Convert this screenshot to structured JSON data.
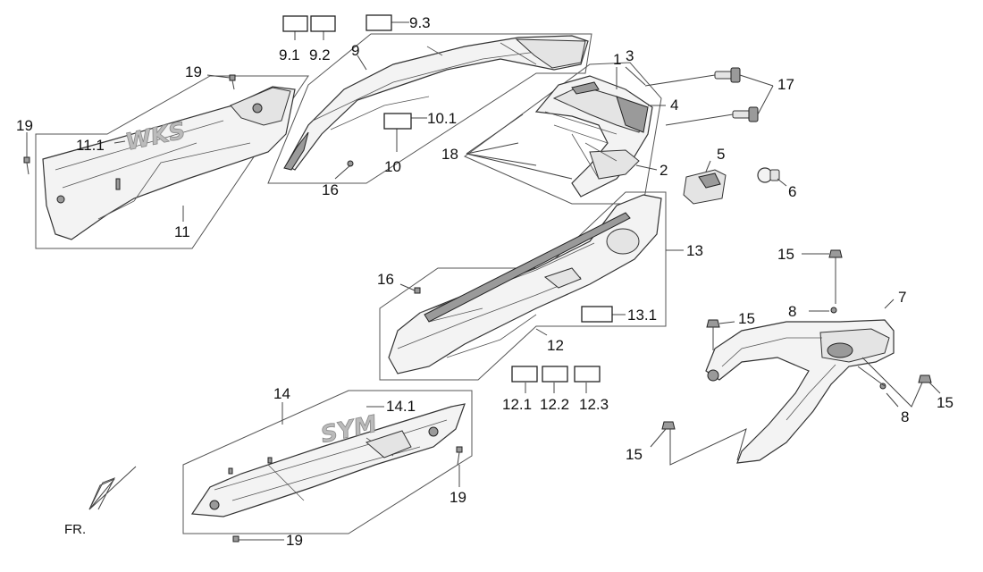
{
  "labels": {
    "l1": "1",
    "l2": "2",
    "l3": "3",
    "l4": "4",
    "l5": "5",
    "l6": "6",
    "l7": "7",
    "l8a": "8",
    "l8b": "8",
    "l9": "9",
    "l9_1": "9.1",
    "l9_2": "9.2",
    "l9_3": "9.3",
    "l10": "10",
    "l10_1": "10.1",
    "l11": "11",
    "l11_1": "11.1",
    "l12": "12",
    "l12_1": "12.1",
    "l12_2": "12.2",
    "l12_3": "12.3",
    "l13": "13",
    "l13_1": "13.1",
    "l14": "14",
    "l14_1": "14.1",
    "l15a": "15",
    "l15b": "15",
    "l15c": "15",
    "l15d": "15",
    "l16a": "16",
    "l16b": "16",
    "l17": "17",
    "l18": "18",
    "l19a": "19",
    "l19b": "19",
    "l19c": "19",
    "l19d": "19",
    "front": "FR."
  },
  "logos": {
    "wks": "WKS",
    "sym": "SYM"
  }
}
